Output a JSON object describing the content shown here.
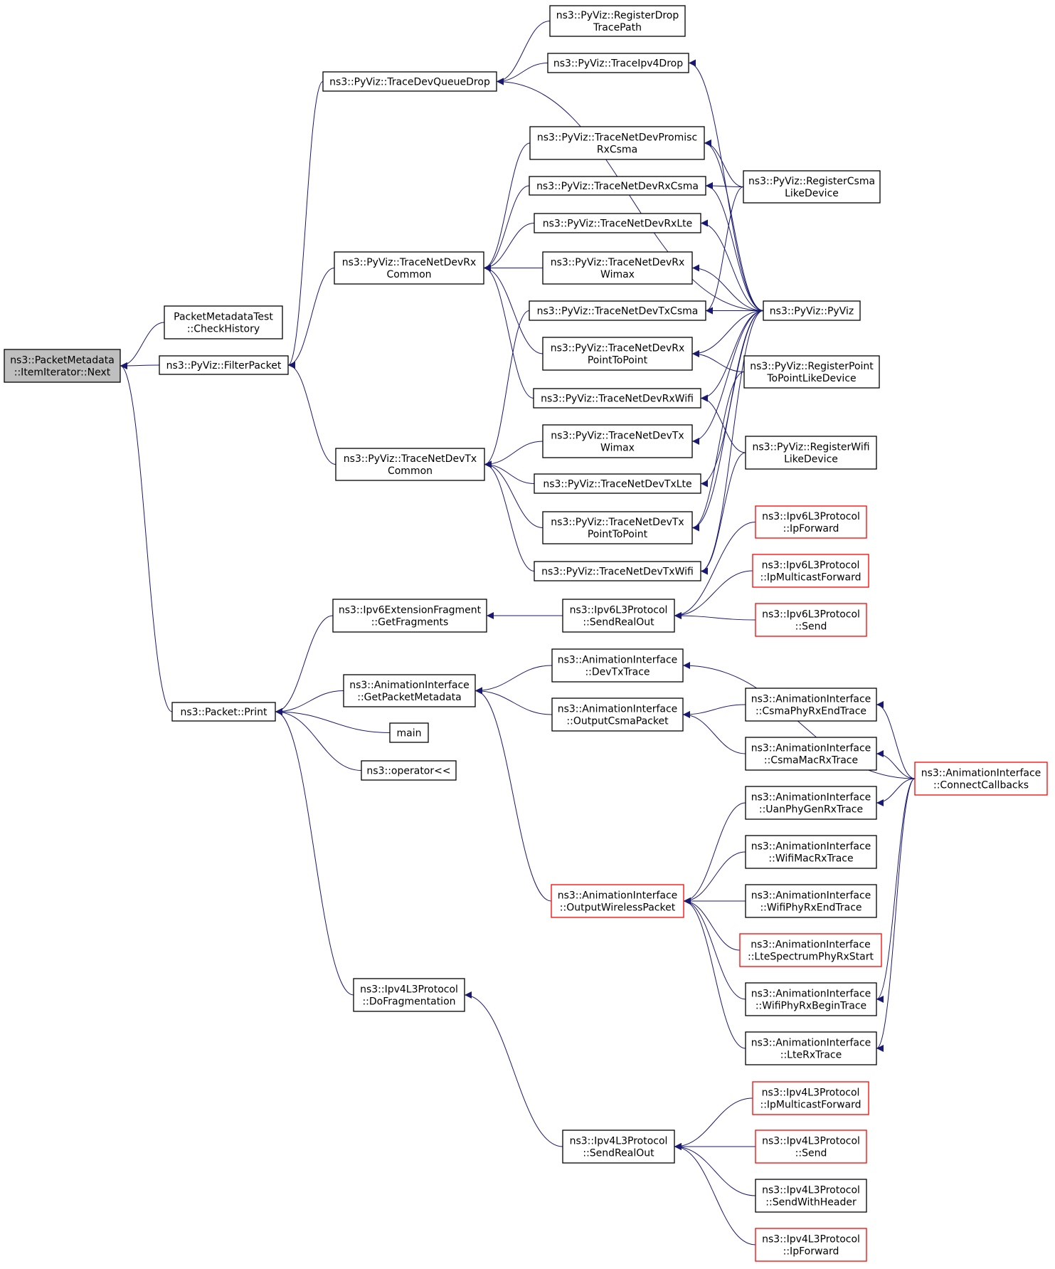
{
  "colors": {
    "edge": "#191970",
    "border_normal": "#000000",
    "border_red": "#ff0000",
    "root_fill": "#bfbfbf",
    "node_fill": "#ffffff"
  },
  "nodes": [
    {
      "id": "root",
      "lines": [
        "ns3::PacketMetadata",
        "::ItemIterator::Next"
      ],
      "style": "root"
    },
    {
      "id": "check_history",
      "lines": [
        "PacketMetadataTest",
        "::CheckHistory"
      ],
      "style": "normal"
    },
    {
      "id": "filter_packet",
      "lines": [
        "ns3::PyViz::FilterPacket"
      ],
      "style": "normal"
    },
    {
      "id": "packet_print",
      "lines": [
        "ns3::Packet::Print"
      ],
      "style": "normal"
    },
    {
      "id": "trace_dev_queue_drop",
      "lines": [
        "ns3::PyViz::TraceDevQueueDrop"
      ],
      "style": "normal"
    },
    {
      "id": "trace_net_dev_rx_common",
      "lines": [
        "ns3::PyViz::TraceNetDevRx",
        "Common"
      ],
      "style": "normal"
    },
    {
      "id": "trace_net_dev_tx_common",
      "lines": [
        "ns3::PyViz::TraceNetDevTx",
        "Common"
      ],
      "style": "normal"
    },
    {
      "id": "register_drop_trace_path",
      "lines": [
        "ns3::PyViz::RegisterDrop",
        "TracePath"
      ],
      "style": "normal"
    },
    {
      "id": "trace_ipv4_drop",
      "lines": [
        "ns3::PyViz::TraceIpv4Drop"
      ],
      "style": "normal"
    },
    {
      "id": "trace_net_dev_promisc_rx_csma",
      "lines": [
        "ns3::PyViz::TraceNetDevPromisc",
        "RxCsma"
      ],
      "style": "normal"
    },
    {
      "id": "trace_net_dev_rx_csma",
      "lines": [
        "ns3::PyViz::TraceNetDevRxCsma"
      ],
      "style": "normal"
    },
    {
      "id": "trace_net_dev_rx_lte",
      "lines": [
        "ns3::PyViz::TraceNetDevRxLte"
      ],
      "style": "normal"
    },
    {
      "id": "trace_net_dev_rx_wimax",
      "lines": [
        "ns3::PyViz::TraceNetDevRx",
        "Wimax"
      ],
      "style": "normal"
    },
    {
      "id": "trace_net_dev_tx_csma",
      "lines": [
        "ns3::PyViz::TraceNetDevTxCsma"
      ],
      "style": "normal"
    },
    {
      "id": "trace_net_dev_rx_p2p",
      "lines": [
        "ns3::PyViz::TraceNetDevRx",
        "PointToPoint"
      ],
      "style": "normal"
    },
    {
      "id": "trace_net_dev_rx_wifi",
      "lines": [
        "ns3::PyViz::TraceNetDevRxWifi"
      ],
      "style": "normal"
    },
    {
      "id": "trace_net_dev_tx_wimax",
      "lines": [
        "ns3::PyViz::TraceNetDevTx",
        "Wimax"
      ],
      "style": "normal"
    },
    {
      "id": "trace_net_dev_tx_lte",
      "lines": [
        "ns3::PyViz::TraceNetDevTxLte"
      ],
      "style": "normal"
    },
    {
      "id": "trace_net_dev_tx_p2p",
      "lines": [
        "ns3::PyViz::TraceNetDevTx",
        "PointToPoint"
      ],
      "style": "normal"
    },
    {
      "id": "trace_net_dev_tx_wifi",
      "lines": [
        "ns3::PyViz::TraceNetDevTxWifi"
      ],
      "style": "normal"
    },
    {
      "id": "register_csma_like_device",
      "lines": [
        "ns3::PyViz::RegisterCsma",
        "LikeDevice"
      ],
      "style": "normal"
    },
    {
      "id": "pyviz",
      "lines": [
        "ns3::PyViz::PyViz"
      ],
      "style": "normal"
    },
    {
      "id": "register_p2p_like_device",
      "lines": [
        "ns3::PyViz::RegisterPoint",
        "ToPointLikeDevice"
      ],
      "style": "normal"
    },
    {
      "id": "register_wifi_like_device",
      "lines": [
        "ns3::PyViz::RegisterWifi",
        "LikeDevice"
      ],
      "style": "normal"
    },
    {
      "id": "ipv6_ext_frag_get_fragments",
      "lines": [
        "ns3::Ipv6ExtensionFragment",
        "::GetFragments"
      ],
      "style": "normal"
    },
    {
      "id": "anim_get_packet_metadata",
      "lines": [
        "ns3::AnimationInterface",
        "::GetPacketMetadata"
      ],
      "style": "normal"
    },
    {
      "id": "main",
      "lines": [
        "main"
      ],
      "style": "normal"
    },
    {
      "id": "operator_lshift",
      "lines": [
        "ns3::operator<<"
      ],
      "style": "normal"
    },
    {
      "id": "ipv4_do_fragmentation",
      "lines": [
        "ns3::Ipv4L3Protocol",
        "::DoFragmentation"
      ],
      "style": "normal"
    },
    {
      "id": "ipv6_send_real_out",
      "lines": [
        "ns3::Ipv6L3Protocol",
        "::SendRealOut"
      ],
      "style": "normal"
    },
    {
      "id": "ipv6_ip_forward",
      "lines": [
        "ns3::Ipv6L3Protocol",
        "::IpForward"
      ],
      "style": "red"
    },
    {
      "id": "ipv6_ip_multicast_forward",
      "lines": [
        "ns3::Ipv6L3Protocol",
        "::IpMulticastForward"
      ],
      "style": "red"
    },
    {
      "id": "ipv6_send",
      "lines": [
        "ns3::Ipv6L3Protocol",
        "::Send"
      ],
      "style": "red"
    },
    {
      "id": "anim_dev_tx_trace",
      "lines": [
        "ns3::AnimationInterface",
        "::DevTxTrace"
      ],
      "style": "normal"
    },
    {
      "id": "anim_output_csma_packet",
      "lines": [
        "ns3::AnimationInterface",
        "::OutputCsmaPacket"
      ],
      "style": "normal"
    },
    {
      "id": "anim_output_wireless_packet",
      "lines": [
        "ns3::AnimationInterface",
        "::OutputWirelessPacket"
      ],
      "style": "red"
    },
    {
      "id": "anim_csma_phy_rx_end_trace",
      "lines": [
        "ns3::AnimationInterface",
        "::CsmaPhyRxEndTrace"
      ],
      "style": "normal"
    },
    {
      "id": "anim_csma_mac_rx_trace",
      "lines": [
        "ns3::AnimationInterface",
        "::CsmaMacRxTrace"
      ],
      "style": "normal"
    },
    {
      "id": "anim_connect_callbacks",
      "lines": [
        "ns3::AnimationInterface",
        "::ConnectCallbacks"
      ],
      "style": "red"
    },
    {
      "id": "anim_uan_phy_gen_rx_trace",
      "lines": [
        "ns3::AnimationInterface",
        "::UanPhyGenRxTrace"
      ],
      "style": "normal"
    },
    {
      "id": "anim_wifi_mac_rx_trace",
      "lines": [
        "ns3::AnimationInterface",
        "::WifiMacRxTrace"
      ],
      "style": "normal"
    },
    {
      "id": "anim_wifi_phy_rx_end_trace",
      "lines": [
        "ns3::AnimationInterface",
        "::WifiPhyRxEndTrace"
      ],
      "style": "normal"
    },
    {
      "id": "anim_lte_spectrum_phy_rx_start",
      "lines": [
        "ns3::AnimationInterface",
        "::LteSpectrumPhyRxStart"
      ],
      "style": "red"
    },
    {
      "id": "anim_wifi_phy_rx_begin_trace",
      "lines": [
        "ns3::AnimationInterface",
        "::WifiPhyRxBeginTrace"
      ],
      "style": "normal"
    },
    {
      "id": "anim_lte_rx_trace",
      "lines": [
        "ns3::AnimationInterface",
        "::LteRxTrace"
      ],
      "style": "normal"
    },
    {
      "id": "ipv4_send_real_out",
      "lines": [
        "ns3::Ipv4L3Protocol",
        "::SendRealOut"
      ],
      "style": "normal"
    },
    {
      "id": "ipv4_ip_multicast_forward",
      "lines": [
        "ns3::Ipv4L3Protocol",
        "::IpMulticastForward"
      ],
      "style": "red"
    },
    {
      "id": "ipv4_send",
      "lines": [
        "ns3::Ipv4L3Protocol",
        "::Send"
      ],
      "style": "red"
    },
    {
      "id": "ipv4_send_with_header",
      "lines": [
        "ns3::Ipv4L3Protocol",
        "::SendWithHeader"
      ],
      "style": "normal"
    },
    {
      "id": "ipv4_ip_forward",
      "lines": [
        "ns3::Ipv4L3Protocol",
        "::IpForward"
      ],
      "style": "red"
    }
  ],
  "edges": [
    [
      "check_history",
      "root"
    ],
    [
      "filter_packet",
      "root"
    ],
    [
      "packet_print",
      "root"
    ],
    [
      "trace_dev_queue_drop",
      "filter_packet"
    ],
    [
      "trace_net_dev_rx_common",
      "filter_packet"
    ],
    [
      "trace_net_dev_tx_common",
      "filter_packet"
    ],
    [
      "register_drop_trace_path",
      "trace_dev_queue_drop"
    ],
    [
      "trace_ipv4_drop",
      "trace_dev_queue_drop"
    ],
    [
      "pyviz",
      "trace_dev_queue_drop"
    ],
    [
      "trace_net_dev_promisc_rx_csma",
      "trace_net_dev_rx_common"
    ],
    [
      "trace_net_dev_rx_csma",
      "trace_net_dev_rx_common"
    ],
    [
      "trace_net_dev_rx_lte",
      "trace_net_dev_rx_common"
    ],
    [
      "trace_net_dev_rx_wimax",
      "trace_net_dev_rx_common"
    ],
    [
      "trace_net_dev_rx_p2p",
      "trace_net_dev_rx_common"
    ],
    [
      "trace_net_dev_rx_wifi",
      "trace_net_dev_rx_common"
    ],
    [
      "trace_net_dev_tx_csma",
      "trace_net_dev_tx_common"
    ],
    [
      "trace_net_dev_tx_wimax",
      "trace_net_dev_tx_common"
    ],
    [
      "trace_net_dev_tx_lte",
      "trace_net_dev_tx_common"
    ],
    [
      "trace_net_dev_tx_p2p",
      "trace_net_dev_tx_common"
    ],
    [
      "trace_net_dev_tx_wifi",
      "trace_net_dev_tx_common"
    ],
    [
      "pyviz",
      "trace_ipv4_drop"
    ],
    [
      "register_csma_like_device",
      "trace_net_dev_promisc_rx_csma"
    ],
    [
      "pyviz",
      "trace_net_dev_promisc_rx_csma"
    ],
    [
      "register_csma_like_device",
      "trace_net_dev_rx_csma"
    ],
    [
      "pyviz",
      "trace_net_dev_rx_csma"
    ],
    [
      "pyviz",
      "trace_net_dev_rx_lte"
    ],
    [
      "pyviz",
      "trace_net_dev_rx_wimax"
    ],
    [
      "pyviz",
      "trace_net_dev_tx_csma"
    ],
    [
      "register_csma_like_device",
      "trace_net_dev_tx_csma"
    ],
    [
      "pyviz",
      "trace_net_dev_rx_p2p"
    ],
    [
      "register_p2p_like_device",
      "trace_net_dev_rx_p2p"
    ],
    [
      "pyviz",
      "trace_net_dev_rx_wifi"
    ],
    [
      "register_wifi_like_device",
      "trace_net_dev_rx_wifi"
    ],
    [
      "pyviz",
      "trace_net_dev_tx_wimax"
    ],
    [
      "pyviz",
      "trace_net_dev_tx_lte"
    ],
    [
      "pyviz",
      "trace_net_dev_tx_p2p"
    ],
    [
      "register_p2p_like_device",
      "trace_net_dev_tx_p2p"
    ],
    [
      "pyviz",
      "trace_net_dev_tx_wifi"
    ],
    [
      "register_wifi_like_device",
      "trace_net_dev_tx_wifi"
    ],
    [
      "ipv6_ext_frag_get_fragments",
      "packet_print"
    ],
    [
      "anim_get_packet_metadata",
      "packet_print"
    ],
    [
      "main",
      "packet_print"
    ],
    [
      "operator_lshift",
      "packet_print"
    ],
    [
      "ipv4_do_fragmentation",
      "packet_print"
    ],
    [
      "ipv6_send_real_out",
      "ipv6_ext_frag_get_fragments"
    ],
    [
      "ipv6_ip_forward",
      "ipv6_send_real_out"
    ],
    [
      "ipv6_ip_multicast_forward",
      "ipv6_send_real_out"
    ],
    [
      "ipv6_send",
      "ipv6_send_real_out"
    ],
    [
      "anim_dev_tx_trace",
      "anim_get_packet_metadata"
    ],
    [
      "anim_output_csma_packet",
      "anim_get_packet_metadata"
    ],
    [
      "anim_output_wireless_packet",
      "anim_get_packet_metadata"
    ],
    [
      "anim_connect_callbacks",
      "anim_dev_tx_trace"
    ],
    [
      "anim_csma_phy_rx_end_trace",
      "anim_output_csma_packet"
    ],
    [
      "anim_csma_mac_rx_trace",
      "anim_output_csma_packet"
    ],
    [
      "anim_connect_callbacks",
      "anim_csma_phy_rx_end_trace"
    ],
    [
      "anim_connect_callbacks",
      "anim_csma_mac_rx_trace"
    ],
    [
      "anim_connect_callbacks",
      "anim_uan_phy_gen_rx_trace"
    ],
    [
      "anim_uan_phy_gen_rx_trace",
      "anim_output_wireless_packet"
    ],
    [
      "anim_wifi_mac_rx_trace",
      "anim_output_wireless_packet"
    ],
    [
      "anim_wifi_phy_rx_end_trace",
      "anim_output_wireless_packet"
    ],
    [
      "anim_lte_spectrum_phy_rx_start",
      "anim_output_wireless_packet"
    ],
    [
      "anim_wifi_phy_rx_begin_trace",
      "anim_output_wireless_packet"
    ],
    [
      "anim_lte_rx_trace",
      "anim_output_wireless_packet"
    ],
    [
      "anim_connect_callbacks",
      "anim_wifi_phy_rx_begin_trace"
    ],
    [
      "anim_connect_callbacks",
      "anim_lte_rx_trace"
    ],
    [
      "ipv4_send_real_out",
      "ipv4_do_fragmentation"
    ],
    [
      "ipv4_ip_multicast_forward",
      "ipv4_send_real_out"
    ],
    [
      "ipv4_send",
      "ipv4_send_real_out"
    ],
    [
      "ipv4_send_with_header",
      "ipv4_send_real_out"
    ],
    [
      "ipv4_ip_forward",
      "ipv4_send_real_out"
    ]
  ]
}
